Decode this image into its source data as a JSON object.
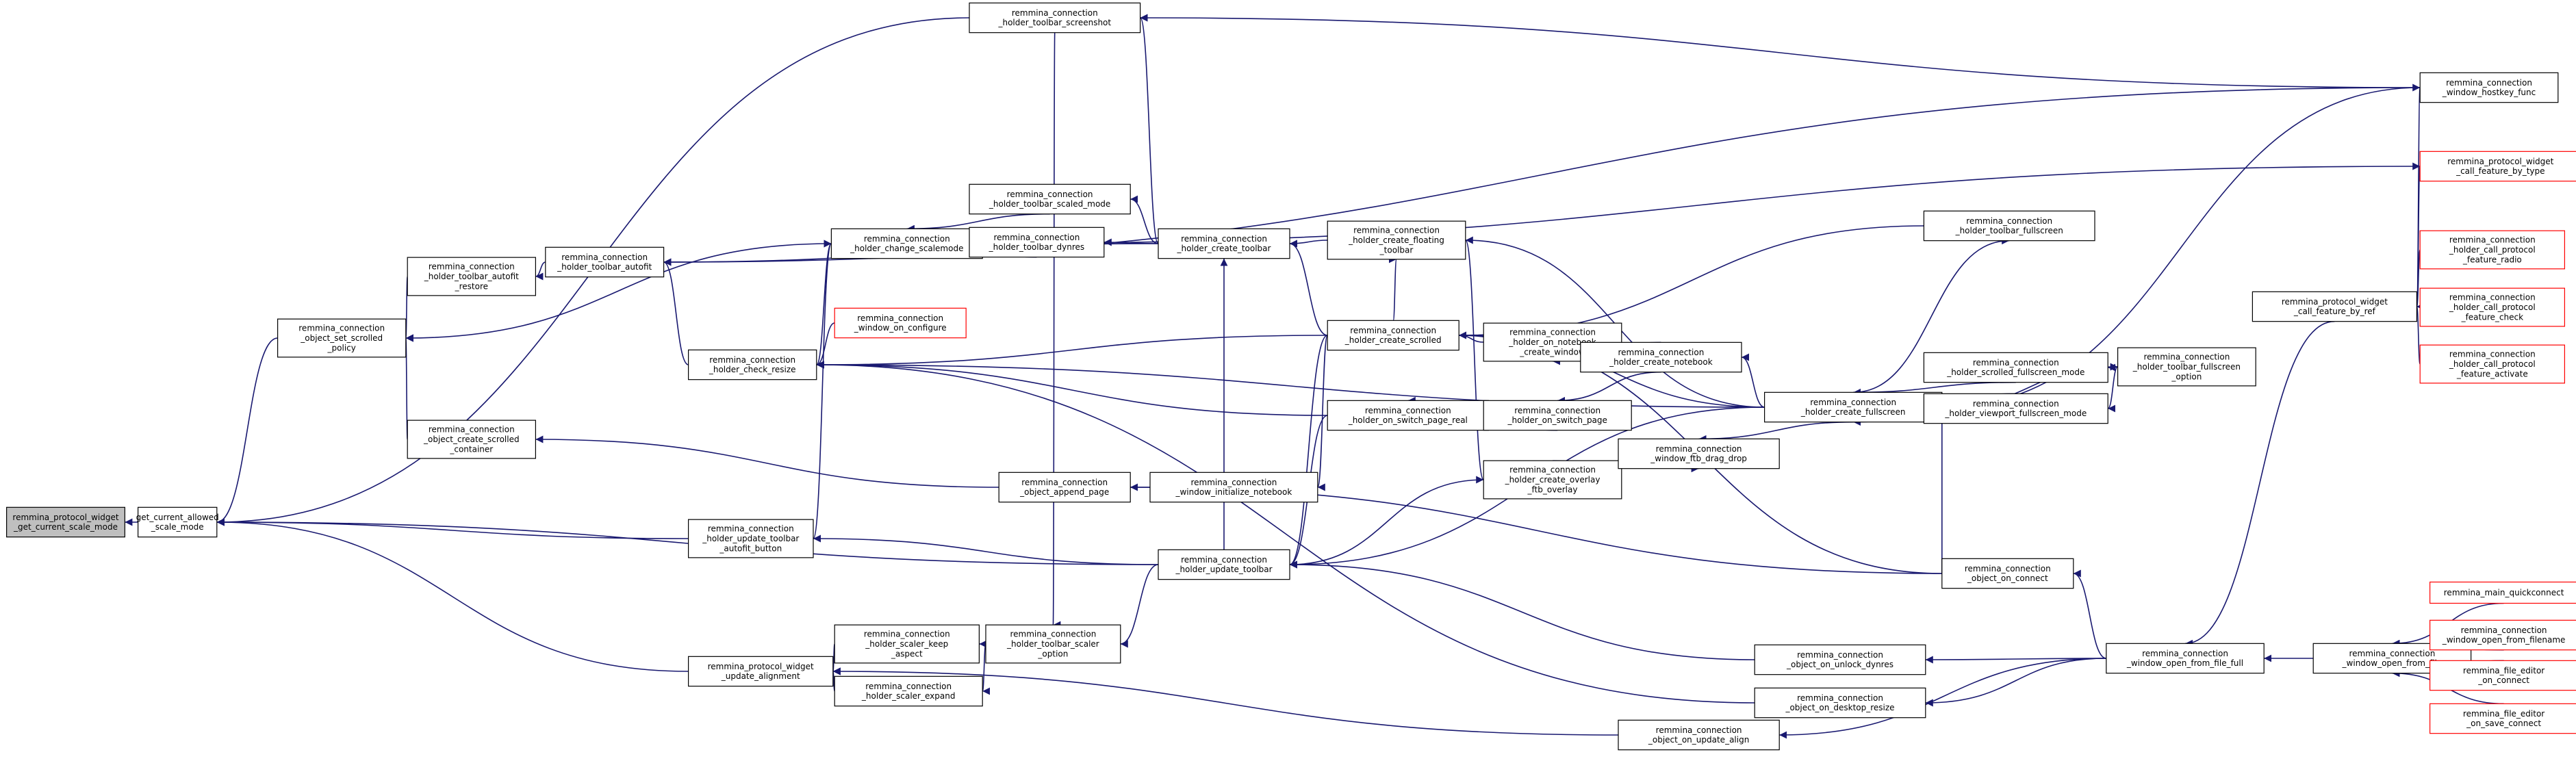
{
  "nodes": [
    {
      "id": "focus",
      "lines": [
        "remmina_protocol_widget",
        "_get_current_scale_mode"
      ],
      "style": "focus"
    },
    {
      "id": "gcasm",
      "lines": [
        "get_current_allowed",
        "_scale_mode"
      ],
      "style": "normal"
    },
    {
      "id": "ssp",
      "lines": [
        "remmina_connection",
        "_object_set_scrolled",
        "_policy"
      ],
      "style": "normal"
    },
    {
      "id": "tar",
      "lines": [
        "remmina_connection",
        "_holder_toolbar_autofit",
        "_restore"
      ],
      "style": "normal"
    },
    {
      "id": "ocsc",
      "lines": [
        "remmina_connection",
        "_object_create_scrolled",
        "_container"
      ],
      "style": "normal"
    },
    {
      "id": "hta",
      "lines": [
        "remmina_connection",
        "_holder_toolbar_autofit"
      ],
      "style": "normal"
    },
    {
      "id": "hcr",
      "lines": [
        "remmina_connection",
        "_holder_check_resize"
      ],
      "style": "normal"
    },
    {
      "id": "woc",
      "lines": [
        "remmina_connection",
        "_window_on_configure"
      ],
      "style": "trunc"
    },
    {
      "id": "hutab",
      "lines": [
        "remmina_connection",
        "_holder_update_toolbar",
        "_autofit_button"
      ],
      "style": "normal"
    },
    {
      "id": "pwua",
      "lines": [
        "remmina_protocol_widget",
        "_update_alignment"
      ],
      "style": "normal"
    },
    {
      "id": "hcs",
      "lines": [
        "remmina_connection",
        "_holder_change_scalemode"
      ],
      "style": "normal"
    },
    {
      "id": "htsm",
      "lines": [
        "remmina_connection",
        "_holder_toolbar_scaled_mode"
      ],
      "style": "normal"
    },
    {
      "id": "htd",
      "lines": [
        "remmina_connection",
        "_holder_toolbar_dynres"
      ],
      "style": "normal"
    },
    {
      "id": "htss",
      "lines": [
        "remmina_connection",
        "_holder_toolbar_screenshot"
      ],
      "style": "normal"
    },
    {
      "id": "hct",
      "lines": [
        "remmina_connection",
        "_holder_create_toolbar"
      ],
      "style": "normal"
    },
    {
      "id": "oap",
      "lines": [
        "remmina_connection",
        "_object_append_page"
      ],
      "style": "normal"
    },
    {
      "id": "win",
      "lines": [
        "remmina_connection",
        "_window_initialize_notebook"
      ],
      "style": "normal"
    },
    {
      "id": "hut",
      "lines": [
        "remmina_connection",
        "_holder_update_toolbar"
      ],
      "style": "normal"
    },
    {
      "id": "hska",
      "lines": [
        "remmina_connection",
        "_holder_scaler_keep",
        "_aspect"
      ],
      "style": "normal"
    },
    {
      "id": "hse",
      "lines": [
        "remmina_connection",
        "_holder_scaler_expand"
      ],
      "style": "normal"
    },
    {
      "id": "htso",
      "lines": [
        "remmina_connection",
        "_holder_toolbar_scaler",
        "_option"
      ],
      "style": "normal"
    },
    {
      "id": "hcft",
      "lines": [
        "remmina_connection",
        "_holder_create_floating",
        "_toolbar"
      ],
      "style": "normal"
    },
    {
      "id": "hcsc",
      "lines": [
        "remmina_connection",
        "_holder_create_scrolled"
      ],
      "style": "normal"
    },
    {
      "id": "hospr",
      "lines": [
        "remmina_connection",
        "_holder_on_switch_page_real"
      ],
      "style": "normal"
    },
    {
      "id": "honcw",
      "lines": [
        "remmina_connection",
        "_holder_on_notebook",
        "_create_window"
      ],
      "style": "normal"
    },
    {
      "id": "hosp",
      "lines": [
        "remmina_connection",
        "_holder_on_switch_page"
      ],
      "style": "normal"
    },
    {
      "id": "hcn",
      "lines": [
        "remmina_connection",
        "_holder_create_notebook"
      ],
      "style": "normal"
    },
    {
      "id": "hcofo",
      "lines": [
        "remmina_connection",
        "_holder_create_overlay",
        "_ftb_overlay"
      ],
      "style": "normal"
    },
    {
      "id": "wfdd",
      "lines": [
        "remmina_connection",
        "_window_ftb_drag_drop"
      ],
      "style": "normal"
    },
    {
      "id": "htf",
      "lines": [
        "remmina_connection",
        "_holder_toolbar_fullscreen"
      ],
      "style": "normal"
    },
    {
      "id": "hcf",
      "lines": [
        "remmina_connection",
        "_holder_create_fullscreen"
      ],
      "style": "normal"
    },
    {
      "id": "hsfm",
      "lines": [
        "remmina_connection",
        "_holder_scrolled_fullscreen_mode"
      ],
      "style": "normal"
    },
    {
      "id": "hvfm",
      "lines": [
        "remmina_connection",
        "_holder_viewport_fullscreen_mode"
      ],
      "style": "normal"
    },
    {
      "id": "htfo",
      "lines": [
        "remmina_connection",
        "_holder_toolbar_fullscreen",
        "_option"
      ],
      "style": "normal"
    },
    {
      "id": "ooc",
      "lines": [
        "remmina_connection",
        "_object_on_connect"
      ],
      "style": "normal"
    },
    {
      "id": "ooud",
      "lines": [
        "remmina_connection",
        "_object_on_unlock_dynres"
      ],
      "style": "normal"
    },
    {
      "id": "oodr",
      "lines": [
        "remmina_connection",
        "_object_on_desktop_resize"
      ],
      "style": "normal"
    },
    {
      "id": "oou",
      "lines": [
        "remmina_connection",
        "_object_on_update_align"
      ],
      "style": "normal"
    },
    {
      "id": "wofff",
      "lines": [
        "remmina_connection",
        "_window_open_from_file_full"
      ],
      "style": "normal"
    },
    {
      "id": "woff",
      "lines": [
        "remmina_connection",
        "_window_open_from_file"
      ],
      "style": "normal"
    },
    {
      "id": "whf",
      "lines": [
        "remmina_connection",
        "_window_hostkey_func"
      ],
      "style": "normal"
    },
    {
      "id": "pwcfbt",
      "lines": [
        "remmina_protocol_widget",
        "_call_feature_by_type"
      ],
      "style": "trunc"
    },
    {
      "id": "pwcfbr",
      "lines": [
        "remmina_protocol_widget",
        "_call_feature_by_ref"
      ],
      "style": "normal"
    },
    {
      "id": "hcpfr",
      "lines": [
        "remmina_connection",
        "_holder_call_protocol",
        "_feature_radio"
      ],
      "style": "trunc"
    },
    {
      "id": "hcpfc",
      "lines": [
        "remmina_connection",
        "_holder_call_protocol",
        "_feature_check"
      ],
      "style": "trunc"
    },
    {
      "id": "hcpfa",
      "lines": [
        "remmina_connection",
        "_holder_call_protocol",
        "_feature_activate"
      ],
      "style": "trunc"
    },
    {
      "id": "mq",
      "lines": [
        "remmina_main_quickconnect"
      ],
      "style": "trunc"
    },
    {
      "id": "wofn",
      "lines": [
        "remmina_connection",
        "_window_open_from_filename"
      ],
      "style": "trunc"
    },
    {
      "id": "feoc",
      "lines": [
        "remmina_file_editor",
        "_on_connect"
      ],
      "style": "trunc"
    },
    {
      "id": "feosc",
      "lines": [
        "remmina_file_editor",
        "_on_save_connect"
      ],
      "style": "trunc"
    }
  ],
  "edges": [
    [
      "gcasm",
      "focus"
    ],
    [
      "ssp",
      "gcasm"
    ],
    [
      "hutab",
      "gcasm"
    ],
    [
      "pwua",
      "gcasm"
    ],
    [
      "htss",
      "gcasm"
    ],
    [
      "hut",
      "gcasm"
    ],
    [
      "tar",
      "ssp"
    ],
    [
      "ocsc",
      "ssp"
    ],
    [
      "hcs",
      "ssp"
    ],
    [
      "hta",
      "tar"
    ],
    [
      "oap",
      "ocsc"
    ],
    [
      "hct",
      "hta"
    ],
    [
      "hcr",
      "hta"
    ],
    [
      "whf",
      "hta"
    ],
    [
      "woc",
      "hcr"
    ],
    [
      "hcsc",
      "hcr"
    ],
    [
      "hospr",
      "hcr"
    ],
    [
      "hcf",
      "hcr"
    ],
    [
      "oodr",
      "hcr"
    ],
    [
      "hut",
      "hutab"
    ],
    [
      "hska",
      "pwua"
    ],
    [
      "hse",
      "pwua"
    ],
    [
      "oou",
      "pwua"
    ],
    [
      "htsm",
      "hcs"
    ],
    [
      "htd",
      "hcs"
    ],
    [
      "hcr",
      "hcs"
    ],
    [
      "hutab",
      "hcs"
    ],
    [
      "pwcfbt",
      "hcs"
    ],
    [
      "hct",
      "htsm"
    ],
    [
      "hct",
      "htd"
    ],
    [
      "hct",
      "htss"
    ],
    [
      "whf",
      "htss"
    ],
    [
      "hcft",
      "hct"
    ],
    [
      "hcsc",
      "hct"
    ],
    [
      "hut",
      "hct"
    ],
    [
      "win",
      "oap"
    ],
    [
      "ooc",
      "oap"
    ],
    [
      "hcsc",
      "win"
    ],
    [
      "hcsc",
      "hut"
    ],
    [
      "hospr",
      "hut"
    ],
    [
      "hcofo",
      "hut"
    ],
    [
      "hcf",
      "hut"
    ],
    [
      "ooud",
      "hut"
    ],
    [
      "htso",
      "hska"
    ],
    [
      "htso",
      "hse"
    ],
    [
      "htss",
      "htso"
    ],
    [
      "hut",
      "htso"
    ],
    [
      "hcsc",
      "hcft"
    ],
    [
      "hcf",
      "hcft"
    ],
    [
      "honcw",
      "hcsc"
    ],
    [
      "hcn",
      "hcsc"
    ],
    [
      "htf",
      "hcsc"
    ],
    [
      "hcf",
      "hcsc"
    ],
    [
      "ooc",
      "hcsc"
    ],
    [
      "hosp",
      "hospr"
    ],
    [
      "hcn",
      "honcw"
    ],
    [
      "hcn",
      "hosp"
    ],
    [
      "hcf",
      "hcn"
    ],
    [
      "hcft",
      "hcofo"
    ],
    [
      "hcofo",
      "wfdd"
    ],
    [
      "hcf",
      "wfdd"
    ],
    [
      "hcf",
      "htf"
    ],
    [
      "hcf",
      "htfo"
    ],
    [
      "hsfm",
      "hcf"
    ],
    [
      "hvfm",
      "hcf"
    ],
    [
      "ooc",
      "hcf"
    ],
    [
      "whf",
      "hcf"
    ],
    [
      "htfo",
      "hsfm"
    ],
    [
      "htfo",
      "hvfm"
    ],
    [
      "wofff",
      "ooc"
    ],
    [
      "wofff",
      "ooud"
    ],
    [
      "wofff",
      "oodr"
    ],
    [
      "wofff",
      "oou"
    ],
    [
      "woff",
      "wofff"
    ],
    [
      "pwcfbr",
      "wofff"
    ],
    [
      "pwcfbr",
      "whf"
    ],
    [
      "pwcfbr",
      "pwcfbt"
    ],
    [
      "hcpfr",
      "pwcfbr"
    ],
    [
      "hcpfc",
      "pwcfbr"
    ],
    [
      "hcpfa",
      "pwcfbr"
    ],
    [
      "mq",
      "woff"
    ],
    [
      "wofn",
      "woff"
    ],
    [
      "feoc",
      "woff"
    ],
    [
      "feosc",
      "woff"
    ]
  ]
}
